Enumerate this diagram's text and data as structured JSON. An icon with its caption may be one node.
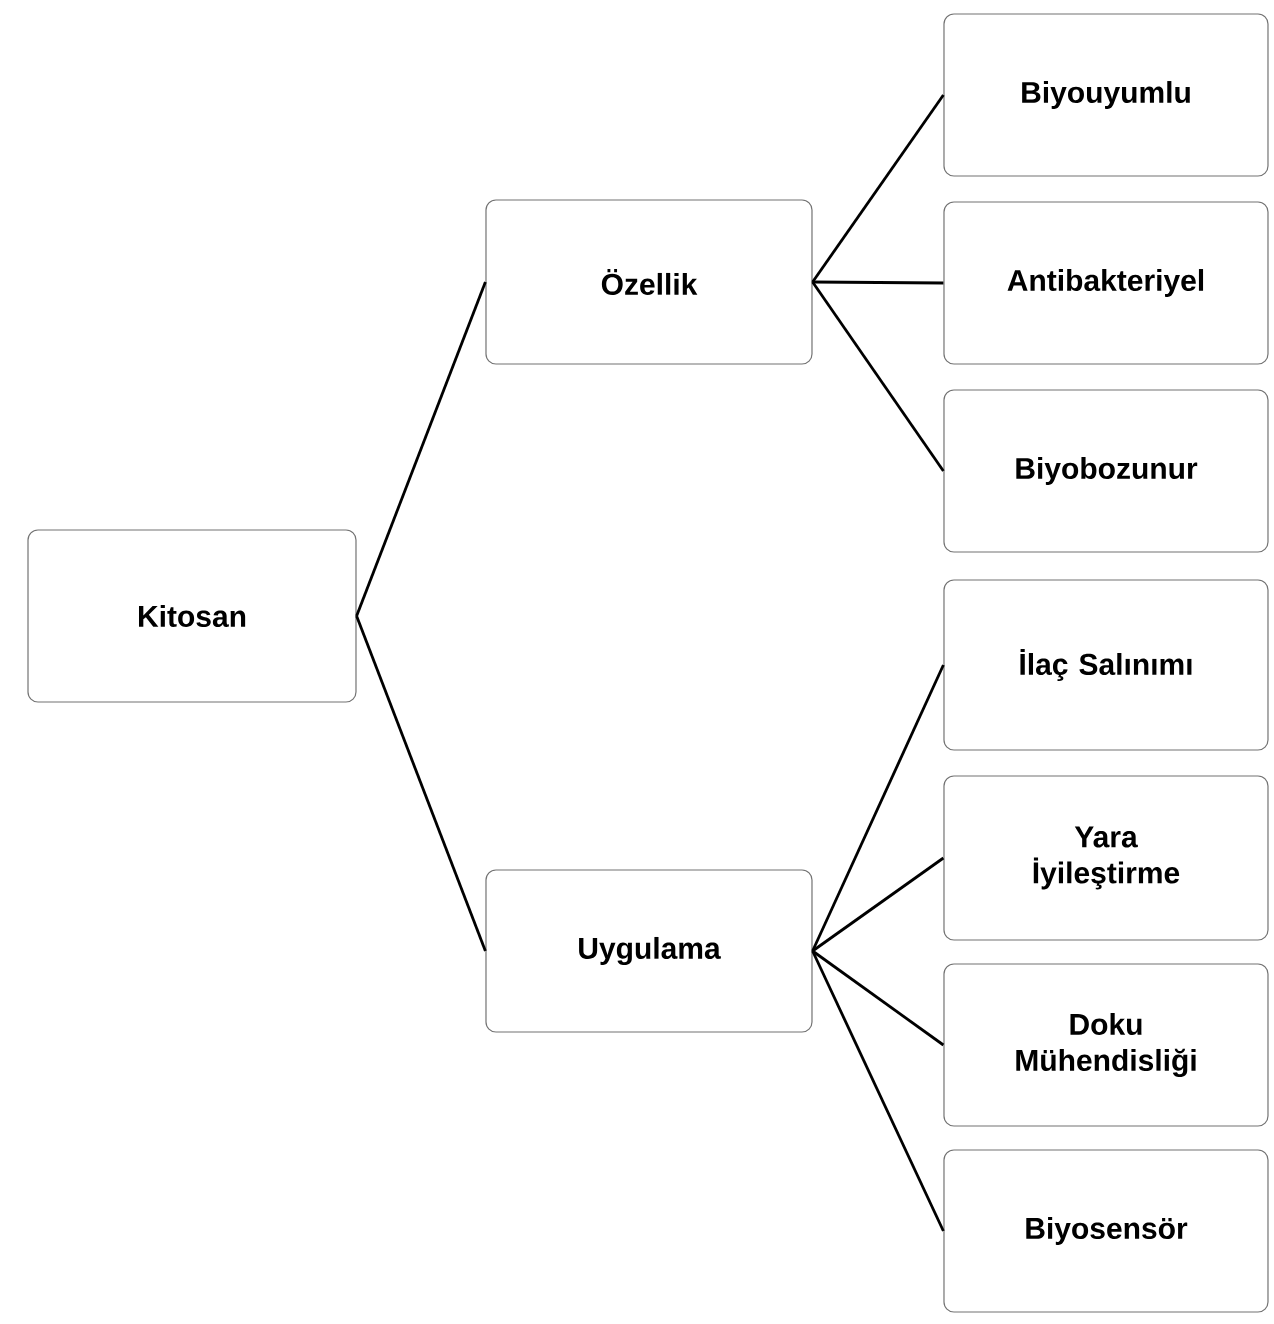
{
  "diagram": {
    "nodes": [
      {
        "text": [
          "Kitosan"
        ]
      },
      {
        "text": [
          "Özellik"
        ]
      },
      {
        "text": [
          "Uygulama"
        ]
      },
      {
        "text": [
          "Biyouyumlu"
        ]
      },
      {
        "text": [
          "Antibakteriyel"
        ]
      },
      {
        "text": [
          "Biyobozunur"
        ]
      },
      {
        "text": [
          "İlaç Salınımı"
        ]
      },
      {
        "text": [
          "Yara İyileştirme"
        ]
      },
      {
        "text": [
          "Doku Mühendisliği"
        ]
      },
      {
        "text": [
          "Biyosensör"
        ]
      }
    ],
    "edges": [
      {
        "from": 0,
        "to": 1,
        "arrow": "none"
      },
      {
        "from": 0,
        "to": 2,
        "arrow": "none"
      },
      {
        "from": 1,
        "to": 3,
        "arrow": "none"
      },
      {
        "from": 1,
        "to": 4,
        "arrow": "none"
      },
      {
        "from": 1,
        "to": 5,
        "arrow": "none"
      },
      {
        "from": 2,
        "to": 6,
        "arrow": "none"
      },
      {
        "from": 2,
        "to": 7,
        "arrow": "none"
      },
      {
        "from": 2,
        "to": 8,
        "arrow": "none"
      },
      {
        "from": 2,
        "to": 9,
        "arrow": "none"
      }
    ]
  }
}
